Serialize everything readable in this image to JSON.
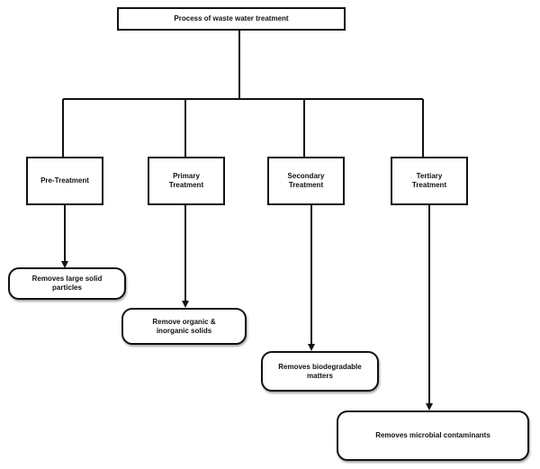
{
  "diagram": {
    "root": {
      "label": "Process of waste water treatment"
    },
    "stages": [
      {
        "title_lines": [
          "Pre-Treatment"
        ],
        "result_lines": [
          "Removes large solid",
          "particles"
        ]
      },
      {
        "title_lines": [
          "Primary",
          "Treatment"
        ],
        "result_lines": [
          "Remove organic &",
          "inorganic solids"
        ]
      },
      {
        "title_lines": [
          "Secondary",
          "Treatment"
        ],
        "result_lines": [
          "Removes biodegradable",
          "matters"
        ]
      },
      {
        "title_lines": [
          "Tertiary",
          "Treatment"
        ],
        "result_lines": [
          "Removes microbial contaminants"
        ]
      }
    ],
    "colors": {
      "line": "#111111",
      "box_fill": "#ffffff"
    }
  }
}
